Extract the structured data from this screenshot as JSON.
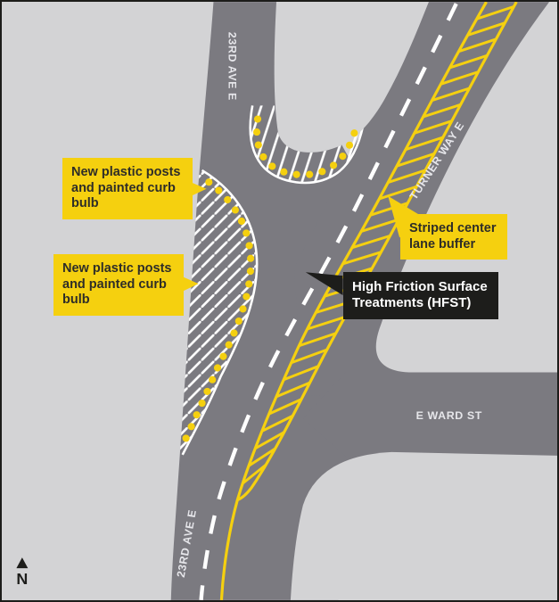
{
  "map": {
    "streets": {
      "ave23_top": "23RD AVE E",
      "ave23_bottom": "23RD AVE E",
      "turner": "TURNER WAY E",
      "eward": "E WARD ST"
    },
    "callouts": {
      "curb_bulb_1": "New plastic posts and painted curb bulb",
      "curb_bulb_2": "New plastic posts and painted curb bulb",
      "buffer": "Striped center lane buffer",
      "hfst": "High Friction Surface Treatments (HFST)"
    },
    "compass": {
      "north_label": "N"
    },
    "colors": {
      "background": "#d3d3d5",
      "road": "#7b7a80",
      "marking_yellow": "#F5D00F",
      "marking_white": "#ffffff",
      "callout_yellow": "#F5D00F",
      "callout_dark": "#1d1d1b",
      "label_white": "#E6E6EA"
    }
  }
}
